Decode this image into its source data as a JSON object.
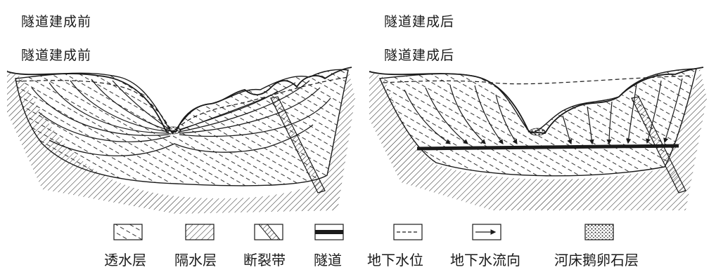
{
  "panels": {
    "before": {
      "title": "隧道建成前",
      "title_repeat": "隧道建成前"
    },
    "after": {
      "title": "隧道建成后",
      "title_repeat": "隧道建成后"
    }
  },
  "legend": [
    {
      "icon": "permeable-layer-icon",
      "label": "透水层"
    },
    {
      "icon": "impermeable-layer-icon",
      "label": "隔水层"
    },
    {
      "icon": "fault-zone-icon",
      "label": "断裂带"
    },
    {
      "icon": "tunnel-icon",
      "label": "隧道"
    },
    {
      "icon": "water-table-icon",
      "label": "地下水位"
    },
    {
      "icon": "groundwater-flow-icon",
      "label": "地下水流向"
    },
    {
      "icon": "riverbed-gravel-icon",
      "label": "河床鹅卵石层"
    }
  ],
  "colors": {
    "ink": "#1a1a1a",
    "background": "#ffffff",
    "watermark": "#c8509a"
  }
}
